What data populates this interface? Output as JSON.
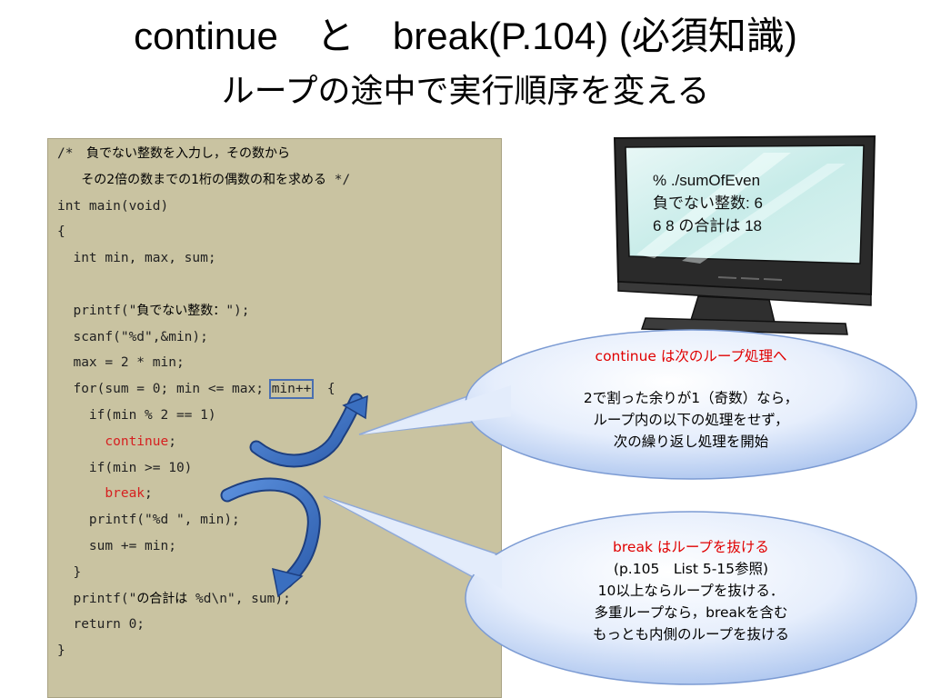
{
  "title": {
    "line1": "continue　と　break(P.104) (必須知識)",
    "line2": "ループの途中で実行順序を変える"
  },
  "code": [
    {
      "segments": [
        {
          "t": "/*　",
          "c": "code"
        },
        {
          "t": "負でない整数を入力し，その数から",
          "c": "jp"
        }
      ]
    },
    {
      "segments": [
        {
          "t": "   ",
          "c": "code"
        },
        {
          "t": "その2倍の数までの1桁の偶数の和を求める",
          "c": "jp"
        },
        {
          "t": " */",
          "c": "code"
        }
      ]
    },
    {
      "segments": [
        {
          "t": "int main(void)",
          "c": "code"
        }
      ]
    },
    {
      "segments": [
        {
          "t": "{",
          "c": "code"
        }
      ]
    },
    {
      "segments": [
        {
          "t": "  int min, max, sum;",
          "c": "code"
        }
      ]
    },
    {
      "segments": [
        {
          "t": "",
          "c": "code"
        }
      ]
    },
    {
      "segments": [
        {
          "t": "  printf(\"",
          "c": "code"
        },
        {
          "t": "負でない整数：",
          "c": "jp"
        },
        {
          "t": "\");",
          "c": "code"
        }
      ]
    },
    {
      "segments": [
        {
          "t": "  scanf(\"%d\",&min);",
          "c": "code"
        }
      ]
    },
    {
      "segments": [
        {
          "t": "  max = 2 * min;",
          "c": "code"
        }
      ]
    },
    {
      "segments": [
        {
          "t": "  for(sum = 0; min <= max; ",
          "c": "code"
        },
        {
          "t": "min++",
          "c": "boxed"
        },
        {
          "t": "  {",
          "c": "code"
        }
      ]
    },
    {
      "segments": [
        {
          "t": "    if(min % 2 == 1)",
          "c": "code"
        }
      ]
    },
    {
      "segments": [
        {
          "t": "      ",
          "c": "code"
        },
        {
          "t": "continue",
          "c": "kw"
        },
        {
          "t": ";",
          "c": "code"
        }
      ]
    },
    {
      "segments": [
        {
          "t": "    if(min >= 10)",
          "c": "code"
        }
      ]
    },
    {
      "segments": [
        {
          "t": "      ",
          "c": "code"
        },
        {
          "t": "break",
          "c": "kw"
        },
        {
          "t": ";",
          "c": "code"
        }
      ]
    },
    {
      "segments": [
        {
          "t": "    printf(\"%d \", min);",
          "c": "code"
        }
      ]
    },
    {
      "segments": [
        {
          "t": "    sum += min;",
          "c": "code"
        }
      ]
    },
    {
      "segments": [
        {
          "t": "  }",
          "c": "code"
        }
      ]
    },
    {
      "segments": [
        {
          "t": "  printf(\"",
          "c": "code"
        },
        {
          "t": "の合計は",
          "c": "jp"
        },
        {
          "t": " %d\\n\", sum);",
          "c": "code"
        }
      ]
    },
    {
      "segments": [
        {
          "t": "  return 0;",
          "c": "code"
        }
      ]
    },
    {
      "segments": [
        {
          "t": "}",
          "c": "code"
        }
      ]
    }
  ],
  "monitor": {
    "lines": [
      "% ./sumOfEven",
      "負でない整数: 6",
      "6 8 の合計は 18"
    ]
  },
  "bubble_continue": {
    "heading": "continue は次のループ処理へ",
    "lines": [
      "2で割った余りが1（奇数）なら，",
      "ループ内の以下の処理をせず，",
      "次の繰り返し処理を開始"
    ]
  },
  "bubble_break": {
    "heading": "break はループを抜ける",
    "lines": [
      "(p.105　List 5-15参照)",
      "10以上ならループを抜ける．",
      "多重ループなら，breakを含む",
      "もっとも内側のループを抜ける"
    ]
  },
  "colors": {
    "keyword": "#d62020",
    "bubble_fill": "#dfe9fb",
    "arrow": "#3a6fc0",
    "code_bg": "#c9c3a1"
  }
}
